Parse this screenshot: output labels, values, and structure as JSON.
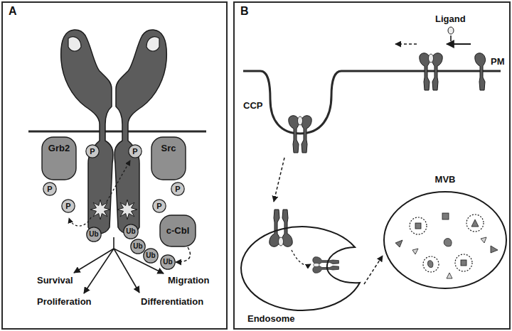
{
  "diagram": {
    "nodes": [
      {
        "text": [
          "A"
        ]
      },
      {
        "text": [
          "Grb2"
        ],
        "in": 0
      },
      {
        "text": [
          "P"
        ],
        "in": 0
      },
      {
        "text": [
          "P"
        ],
        "in": 0
      },
      {
        "text": [
          "Src"
        ],
        "in": 0
      },
      {
        "text": [
          "P"
        ],
        "in": 0
      },
      {
        "text": [
          "P"
        ],
        "in": 0
      },
      {
        "text": [
          "P"
        ],
        "in": 0
      },
      {
        "text": [
          "P"
        ],
        "in": 0
      },
      {
        "text": [
          "c-Cbl"
        ],
        "in": 0
      },
      {
        "text": [
          "Ub"
        ],
        "in": 0
      },
      {
        "text": [
          "Ub"
        ],
        "in": 0
      },
      {
        "text": [
          "Ub"
        ],
        "in": 0
      },
      {
        "text": [
          "Ub"
        ],
        "in": 0
      },
      {
        "text": [
          "Ub"
        ],
        "in": 0
      },
      {
        "text": [
          "B"
        ]
      },
      {
        "text": [
          "Endosome"
        ],
        "in": 15
      },
      {
        "text": [
          "MVB"
        ],
        "in": 15
      }
    ],
    "edges": [
      {
        "from": 9,
        "to": 14,
        "arrow": "to"
      },
      {
        "from": 16,
        "to": 17,
        "arrow": "to"
      }
    ],
    "labels": [
      "Survival",
      "Proliferation",
      "Migration",
      "Differentiation",
      "Ligand",
      "PM",
      "CCP"
    ]
  }
}
